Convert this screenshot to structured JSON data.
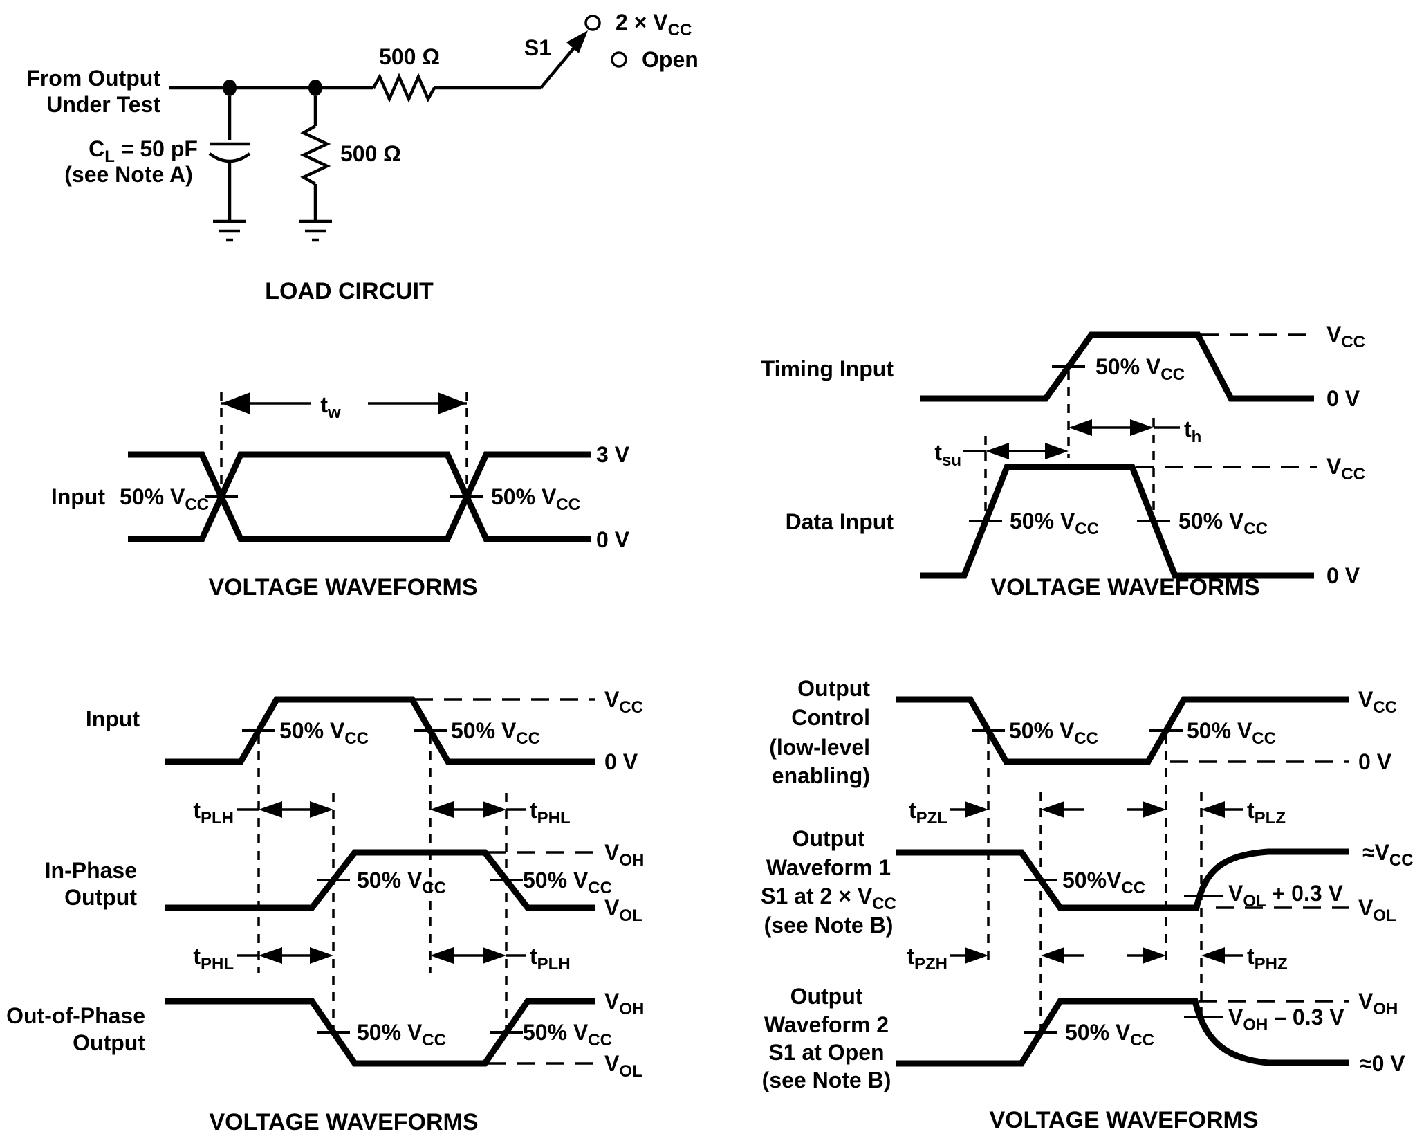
{
  "colors": {
    "ink": "#000000",
    "paper": "#ffffff"
  },
  "shared": {
    "voltage_title": "VOLTAGE WAVEFORMS",
    "pct50": "50% V",
    "pct50_tight": "50%V",
    "sub_cc": "CC",
    "sub_oh": "OH",
    "sub_ol": "OL",
    "v": "V",
    "t": "t",
    "zero_v": "0 V",
    "three_v": "3 V",
    "approx_v": "≈V",
    "approx_zero_v": "≈0 V"
  },
  "load_circuit": {
    "title": "LOAD CIRCUIT",
    "from_output": "From Output",
    "under_test": "Under Test",
    "cap_c": "C",
    "cap_sub": "L",
    "cap_value": " = 50 pF",
    "cap_note": "(see Note A)",
    "series_resistor": "500 Ω",
    "shunt_resistor": "500 Ω",
    "switch": "S1",
    "pos_2vcc": "2 × V",
    "pos_open": "Open"
  },
  "pulse": {
    "input": "Input",
    "sub_w": "w"
  },
  "setup_hold": {
    "timing_input": "Timing Input",
    "data_input": "Data Input",
    "sub_su": "su",
    "sub_h": "h"
  },
  "prop_delay": {
    "input": "Input",
    "in_phase": [
      "In-Phase",
      "Output"
    ],
    "out_phase": [
      "Out-of-Phase",
      "Output"
    ],
    "sub_plh": "PLH",
    "sub_phl": "PHL"
  },
  "enable": {
    "control": [
      "Output",
      "Control",
      "(low-level",
      "enabling)"
    ],
    "wave1": [
      "Output",
      "Waveform 1",
      "S1 at 2 × V",
      "(see Note B)"
    ],
    "wave2": [
      "Output",
      "Waveform 2",
      "S1 at Open",
      "(see Note B)"
    ],
    "sub_pzl": "PZL",
    "sub_plz": "PLZ",
    "sub_pzh": "PZH",
    "sub_phz": "PHZ",
    "vol_plus": " + 0.3 V",
    "voh_minus": " – 0.3 V"
  }
}
